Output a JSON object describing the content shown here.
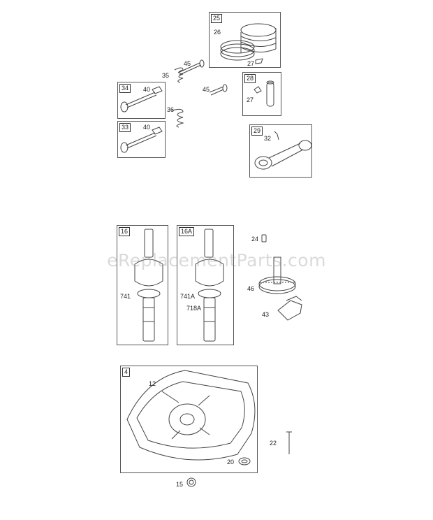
{
  "watermark": "eReplacementParts.com",
  "boxes": {
    "b25": "25",
    "b28": "28",
    "b34": "34",
    "b33": "33",
    "b29": "29",
    "b16": "16",
    "b16a": "16A",
    "b4": "4"
  },
  "labels": {
    "l26": "26",
    "l27a": "27",
    "l27b": "27",
    "l45a": "45",
    "l45b": "45",
    "l35": "35",
    "l40a": "40",
    "l40b": "40",
    "l36": "36",
    "l32": "32",
    "l24": "24",
    "l741": "741",
    "l741a": "741A",
    "l718a": "718A",
    "l46": "46",
    "l43": "43",
    "l12": "12",
    "l22": "22",
    "l20": "20",
    "l15": "15"
  }
}
